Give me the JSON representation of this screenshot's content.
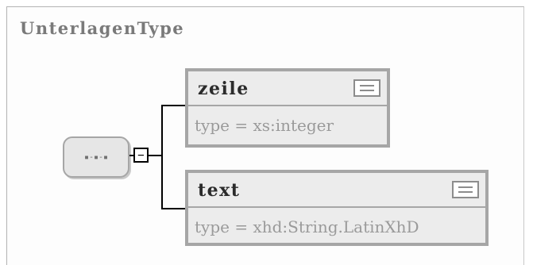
{
  "complex_type": {
    "name": "UnterlagenType"
  },
  "sequence": {
    "symbol": "▪-▪-▪",
    "collapse_symbol": "−"
  },
  "elements": [
    {
      "name": "zeile",
      "type_text": "type = xs:integer"
    },
    {
      "name": "text",
      "type_text": "type = xhd:String.LatinXhD"
    }
  ]
}
